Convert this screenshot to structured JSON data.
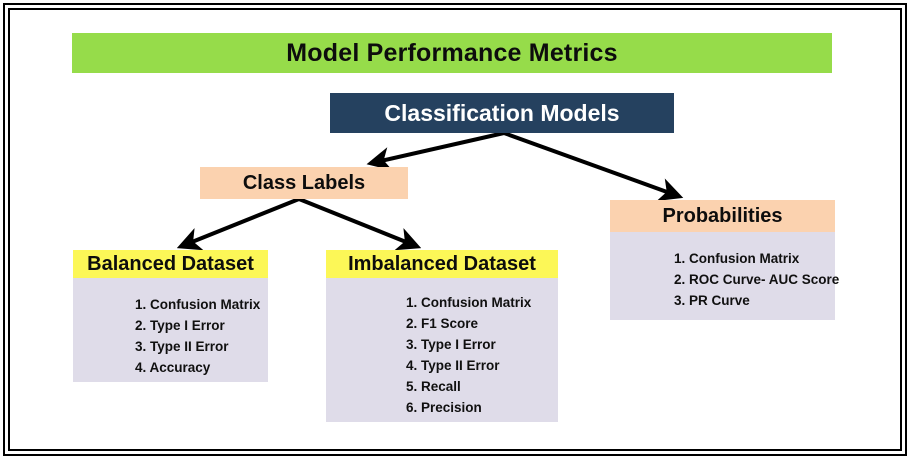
{
  "diagram": {
    "title": "Model Performance Metrics",
    "root": {
      "label": "Classification Models"
    },
    "branches": {
      "class_labels": {
        "label": "Class Labels"
      },
      "probabilities": {
        "label": "Probabilities",
        "items": [
          "1. Confusion Matrix",
          "2. ROC Curve- AUC Score",
          "3. PR Curve"
        ]
      }
    },
    "leaves": {
      "balanced": {
        "label": "Balanced Dataset",
        "items": [
          "1. Confusion Matrix",
          "2. Type I Error",
          "3. Type II Error",
          "4. Accuracy"
        ]
      },
      "imbalanced": {
        "label": "Imbalanced Dataset",
        "items": [
          "1. Confusion Matrix",
          "2. F1 Score",
          "3. Type I Error",
          "4. Type II Error",
          "5. Recall",
          "6. Precision"
        ]
      }
    },
    "colors": {
      "title_banner": "#96DC4A",
      "root_node": "#25415F",
      "root_text": "#FFFFFF",
      "branch_peach": "#FBD2AF",
      "leaf_yellow": "#FCF757",
      "list_body": "#DFDCE9",
      "arrow": "#000000",
      "frame": "#000000",
      "text": "#0D0D0D"
    },
    "connectors": [
      {
        "name": "root-to-class-labels",
        "from": "Classification Models",
        "to": "Class Labels"
      },
      {
        "name": "root-to-probabilities",
        "from": "Classification Models",
        "to": "Probabilities"
      },
      {
        "name": "class-labels-to-balanced",
        "from": "Class Labels",
        "to": "Balanced Dataset"
      },
      {
        "name": "class-labels-to-imbalanced",
        "from": "Class Labels",
        "to": "Imbalanced Dataset"
      }
    ]
  }
}
